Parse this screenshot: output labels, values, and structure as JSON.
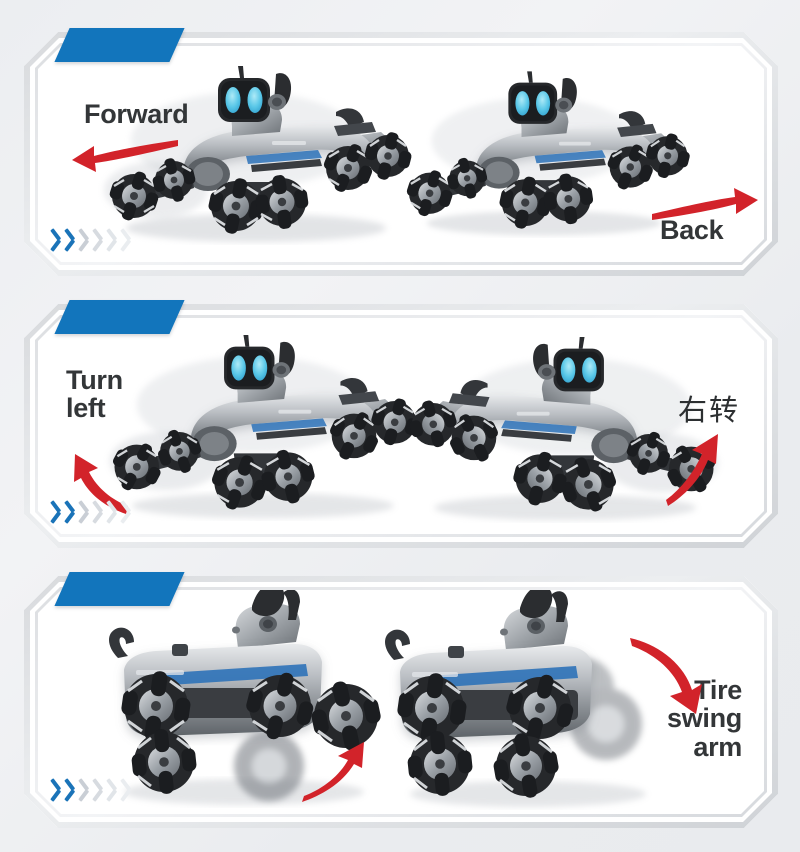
{
  "page": {
    "title": "RC Robot Dog Movement Modes Infographic",
    "background_color": "#eceef1",
    "accent_blue": "#1275bc",
    "arrow_red": "#d2232a",
    "label_color": "#333638",
    "eye_color": "#5bc8e8"
  },
  "panels": [
    {
      "id": "panel-forward-back",
      "tab_color": "#1275bc",
      "labels": [
        {
          "name": "forward-label",
          "text": "Forward",
          "align": "left"
        },
        {
          "name": "back-label",
          "text": "Back",
          "align": "right"
        }
      ],
      "arrows": [
        {
          "name": "forward-arrow",
          "direction": "left",
          "color": "#d2232a",
          "style": "straight-swoosh"
        },
        {
          "name": "back-arrow",
          "direction": "right",
          "color": "#d2232a",
          "style": "straight-swoosh"
        }
      ],
      "robots": [
        {
          "name": "robot-forward",
          "pose": "four-leg-spread-front-left",
          "facing": "left"
        },
        {
          "name": "robot-back",
          "pose": "four-leg-spread-front-left",
          "facing": "left"
        }
      ],
      "chevrons": {
        "name": "chevron-decoration",
        "solid_count": 2,
        "fade_count": 4,
        "direction": "left"
      }
    },
    {
      "id": "panel-turn-left-right",
      "tab_color": "#1275bc",
      "labels": [
        {
          "name": "turn-left-label",
          "text": "Turn\nleft",
          "align": "left"
        },
        {
          "name": "turn-right-label",
          "text": "右转",
          "align": "right"
        }
      ],
      "arrows": [
        {
          "name": "turn-left-arrow",
          "direction": "up-left",
          "color": "#d2232a",
          "style": "curved"
        },
        {
          "name": "turn-right-arrow",
          "direction": "up-right",
          "color": "#d2232a",
          "style": "curved"
        }
      ],
      "robots": [
        {
          "name": "robot-turn-left",
          "pose": "legs-angled-turning",
          "facing": "left"
        },
        {
          "name": "robot-turn-right",
          "pose": "legs-angled-turning",
          "facing": "right"
        }
      ],
      "chevrons": {
        "name": "chevron-decoration",
        "solid_count": 2,
        "fade_count": 4,
        "direction": "left"
      }
    },
    {
      "id": "panel-tire-swing-arm",
      "tab_color": "#1275bc",
      "labels": [
        {
          "name": "tire-swing-arm-label",
          "text": "Tire\nswing\narm",
          "align": "right"
        }
      ],
      "arrows": [
        {
          "name": "swing-arrow-left",
          "direction": "up-right",
          "color": "#d2232a",
          "style": "curved"
        },
        {
          "name": "swing-arrow-right",
          "direction": "down-right",
          "color": "#d2232a",
          "style": "curved-down"
        }
      ],
      "robots": [
        {
          "name": "robot-standing-side",
          "pose": "standing-side-view",
          "facing": "right"
        },
        {
          "name": "robot-swinging-arm",
          "pose": "standing-side-view-wheel-swing",
          "facing": "right"
        }
      ],
      "chevrons": {
        "name": "chevron-decoration",
        "solid_count": 2,
        "fade_count": 4,
        "direction": "left"
      }
    }
  ]
}
